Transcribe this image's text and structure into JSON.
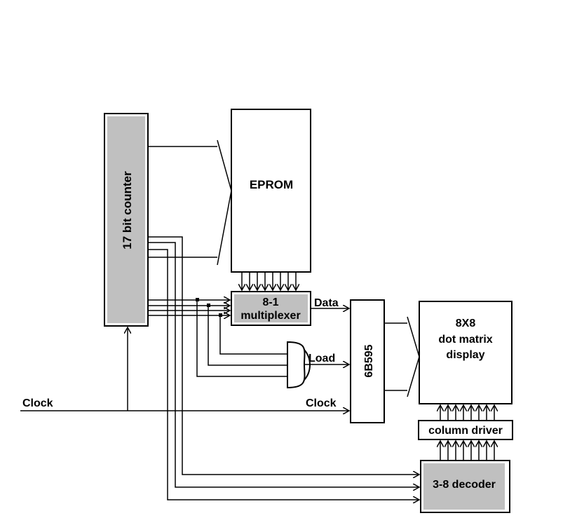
{
  "blocks": {
    "counter": "17 bit counter",
    "eprom": "EPROM",
    "mux_line1": "8-1",
    "mux_line2": "multiplexer",
    "shift_register": "6B595",
    "display_line1": "8X8",
    "display_line2": "dot matrix",
    "display_line3": "display",
    "column_driver": "column driver",
    "decoder": "3-8 decoder"
  },
  "signals": {
    "clock_in": "Clock",
    "clock_sr": "Clock",
    "data": "Data",
    "load": "Load"
  }
}
